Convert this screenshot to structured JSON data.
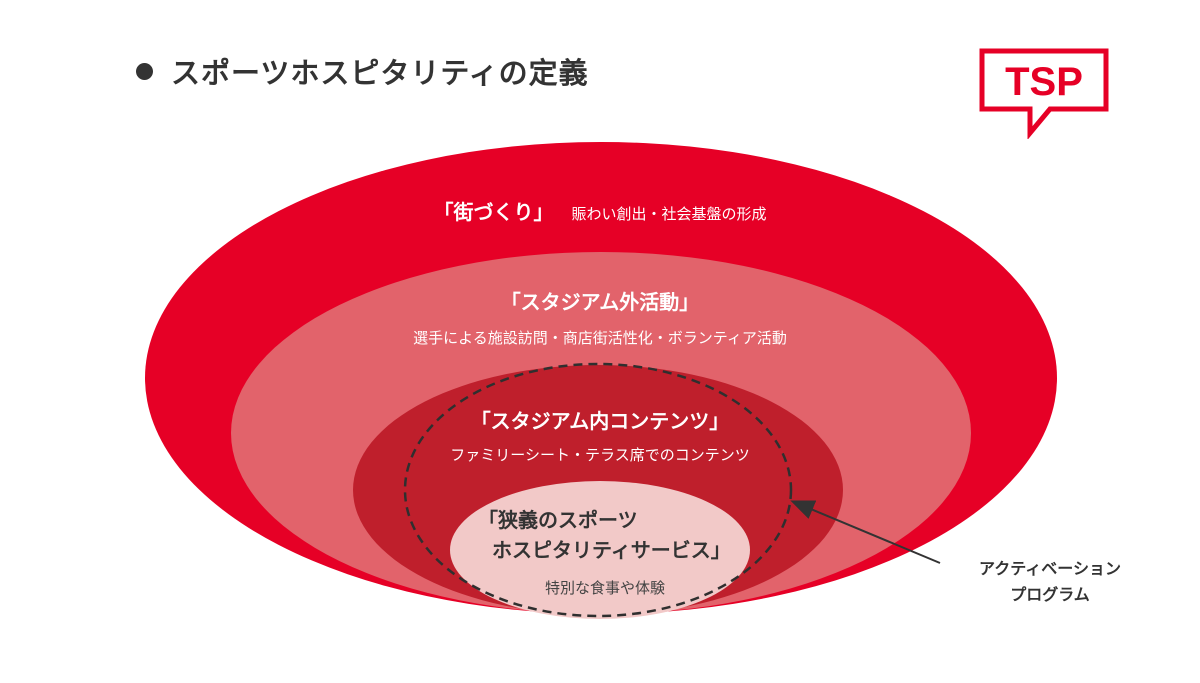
{
  "header": {
    "title": "スポーツホスピタリティの定義",
    "logo_text": "TSP"
  },
  "layers": [
    {
      "heading": "「街づくり」",
      "description": "賑わい創出・社会基盤の形成",
      "color": "#E60026"
    },
    {
      "heading": "「スタジアム外活動」",
      "description": "選手による施設訪問・商店街活性化・ボランティア活動",
      "color": "#E2636B"
    },
    {
      "heading": "「スタジアム内コンテンツ」",
      "description": "ファミリーシート・テラス席でのコンテンツ",
      "color": "#BF1F2C"
    },
    {
      "heading_line1": "「狭義のスポーツ",
      "heading_line2": "ホスピタリティサービス」",
      "description": "特別な食事や体験",
      "color": "#F2C9C8"
    }
  ],
  "activation": {
    "line1": "アクティベーション",
    "line2": "プログラム"
  },
  "colors": {
    "brand_red": "#E60026",
    "text": "#333333"
  }
}
